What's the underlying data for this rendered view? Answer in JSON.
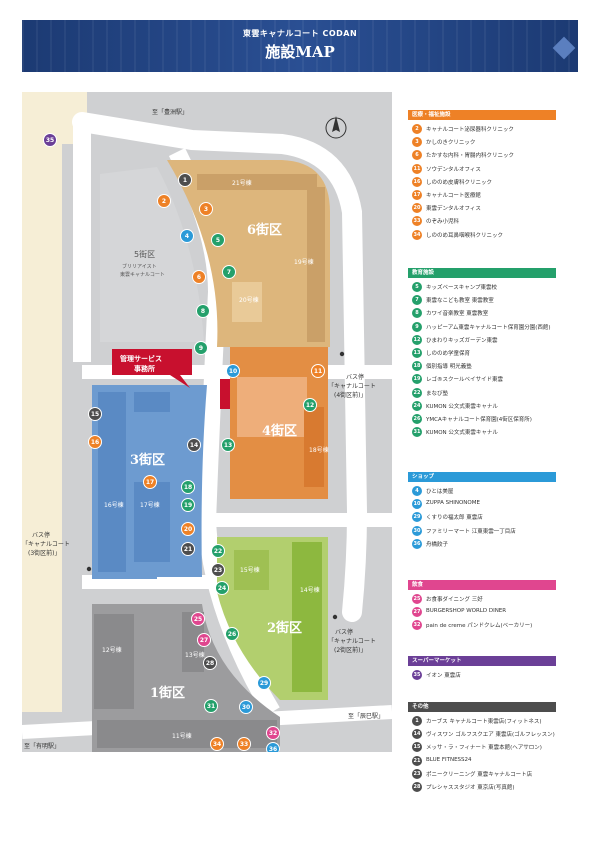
{
  "header": {
    "subtitle": "東雲キャナルコート CODAN",
    "title": "施設MAP"
  },
  "colors": {
    "orange": "#ee8126",
    "green": "#24a06b",
    "blue": "#2b9ad8",
    "pink": "#e0468f",
    "purple": "#6b3f97",
    "gray": "#4d4d4d",
    "header": "#1c3a73",
    "road": "#cfd0d2",
    "d1": "#9c9c9e",
    "d2": "#b2cf6e",
    "d3": "#6d9bd0",
    "d4": "#e38e44",
    "d5": "#d5d6d8",
    "d6": "#ddb67c",
    "corner": "#f6eed6"
  },
  "map": {
    "districts": [
      {
        "id": "1",
        "label": "1街区",
        "color": "d1"
      },
      {
        "id": "2",
        "label": "2街区",
        "color": "d2"
      },
      {
        "id": "3",
        "label": "3街区",
        "color": "d3"
      },
      {
        "id": "4",
        "label": "4街区",
        "color": "d4"
      },
      {
        "id": "5",
        "label": "5街区",
        "sub1": "ブリリアイスト",
        "sub2": "東雲キャナルコート",
        "color": "d5"
      },
      {
        "id": "6",
        "label": "6街区",
        "color": "d6"
      }
    ],
    "buildings": [
      "11号棟",
      "12号棟",
      "13号棟",
      "14号棟",
      "15号棟",
      "16号棟",
      "17号棟",
      "18号棟",
      "19号棟",
      "20号棟",
      "21号棟"
    ],
    "roads": {
      "top": "至「豊洲駅」",
      "right": "至「辰巳駅」",
      "left": "至「有明駅」"
    },
    "bus_stops": [
      {
        "name": "バス停",
        "sub": "「キャナルコート",
        "sub2": "(4街区前)」"
      },
      {
        "name": "バス停",
        "sub": "「キャナルコート",
        "sub2": "(3街区前)」"
      },
      {
        "name": "バス停",
        "sub": "「キャナルコート",
        "sub2": "(2街区前)」"
      }
    ],
    "office": {
      "line1": "管理サービス",
      "line2": "事務所"
    },
    "markers": [
      {
        "n": "1",
        "c": "gray"
      },
      {
        "n": "2",
        "c": "orange"
      },
      {
        "n": "3",
        "c": "orange"
      },
      {
        "n": "4",
        "c": "blue"
      },
      {
        "n": "5",
        "c": "green"
      },
      {
        "n": "6",
        "c": "orange"
      },
      {
        "n": "7",
        "c": "green"
      },
      {
        "n": "8",
        "c": "green"
      },
      {
        "n": "9",
        "c": "green"
      },
      {
        "n": "10",
        "c": "blue"
      },
      {
        "n": "11",
        "c": "orange"
      },
      {
        "n": "12",
        "c": "green"
      },
      {
        "n": "13",
        "c": "green"
      },
      {
        "n": "14",
        "c": "gray"
      },
      {
        "n": "15",
        "c": "gray"
      },
      {
        "n": "16",
        "c": "orange"
      },
      {
        "n": "17",
        "c": "orange"
      },
      {
        "n": "18",
        "c": "green"
      },
      {
        "n": "19",
        "c": "green"
      },
      {
        "n": "20",
        "c": "orange"
      },
      {
        "n": "21",
        "c": "gray"
      },
      {
        "n": "22",
        "c": "green"
      },
      {
        "n": "23",
        "c": "gray"
      },
      {
        "n": "24",
        "c": "green"
      },
      {
        "n": "25",
        "c": "pink"
      },
      {
        "n": "26",
        "c": "green"
      },
      {
        "n": "27",
        "c": "pink"
      },
      {
        "n": "28",
        "c": "gray"
      },
      {
        "n": "29",
        "c": "blue"
      },
      {
        "n": "30",
        "c": "blue"
      },
      {
        "n": "31",
        "c": "green"
      },
      {
        "n": "32",
        "c": "pink"
      },
      {
        "n": "33",
        "c": "orange"
      },
      {
        "n": "34",
        "c": "orange"
      },
      {
        "n": "35",
        "c": "purple"
      },
      {
        "n": "36",
        "c": "blue"
      }
    ]
  },
  "legend": [
    {
      "title": "医療・福祉施設",
      "color": "orange",
      "items": [
        {
          "n": "2",
          "t": "キャナルコート泌尿器科クリニック"
        },
        {
          "n": "3",
          "t": "かしのきクリニック"
        },
        {
          "n": "6",
          "t": "たかすな内科・胃腸内科クリニック"
        },
        {
          "n": "11",
          "t": "ソウデンタルオフィス"
        },
        {
          "n": "16",
          "t": "しののめ皮膚科クリニック"
        },
        {
          "n": "17",
          "t": "キャナルコート医療館"
        },
        {
          "n": "20",
          "t": "東雲デンタルオフィス"
        },
        {
          "n": "33",
          "t": "のぞみ小児科"
        },
        {
          "n": "34",
          "t": "しののめ耳鼻咽喉科クリニック"
        }
      ]
    },
    {
      "title": "教育施設",
      "color": "green",
      "items": [
        {
          "n": "5",
          "t": "キッズベースキャンプ東雲校"
        },
        {
          "n": "7",
          "t": "東雲なこども教室 東雲教室"
        },
        {
          "n": "8",
          "t": "カワイ音楽教室 東雲教室"
        },
        {
          "n": "9",
          "t": "ハッピーアム東雲キャナルコート保育園分園(西館)"
        },
        {
          "n": "12",
          "t": "ひまわりキッズガーデン東雲"
        },
        {
          "n": "13",
          "t": "しののめ学童保育"
        },
        {
          "n": "18",
          "t": "個別指導 明光義塾"
        },
        {
          "n": "19",
          "t": "レゴ®スクールベイサイド東雲"
        },
        {
          "n": "22",
          "t": "まなび塾"
        },
        {
          "n": "24",
          "t": "KUMON 公文式東雲キャナル"
        },
        {
          "n": "26",
          "t": "YMCAキャナルコート保育園(4街区保育所)"
        },
        {
          "n": "31",
          "t": "KUMON 公文式東雲キャナル"
        }
      ]
    },
    {
      "title": "ショップ",
      "color": "blue",
      "items": [
        {
          "n": "4",
          "t": "ひとは美屋"
        },
        {
          "n": "10",
          "t": "ZUPPA SHINONOME"
        },
        {
          "n": "29",
          "t": "くすりの福太郎 東雲店"
        },
        {
          "n": "30",
          "t": "ファミリーマート 江東東雲一丁目店"
        },
        {
          "n": "36",
          "t": "舟橋餃子"
        }
      ]
    },
    {
      "title": "飲食",
      "color": "pink",
      "items": [
        {
          "n": "25",
          "t": "お食事ダイニング 三好"
        },
        {
          "n": "27",
          "t": "BURGERSHOP WORLD DINER"
        },
        {
          "n": "32",
          "t": "pain de creme パンドクレム(ベーカリー)"
        }
      ]
    },
    {
      "title": "スーパーマーケット",
      "color": "purple",
      "items": [
        {
          "n": "35",
          "t": "イオン 東雲店"
        }
      ]
    },
    {
      "title": "その他",
      "color": "gray",
      "items": [
        {
          "n": "1",
          "t": "カーブス キャナルコート東雲店(フィットネス)"
        },
        {
          "n": "14",
          "t": "ヴィスワン ゴルフスクエア 東雲店(ゴルフレッスン)"
        },
        {
          "n": "15",
          "t": "メッサ・ラ・フィナート 東雲本館(ヘアサロン)"
        },
        {
          "n": "21",
          "t": "BLUE FITNESS24"
        },
        {
          "n": "23",
          "t": "ポニークリーニング 東雲キャナルコート店"
        },
        {
          "n": "28",
          "t": "プレシャススタジオ 東京店(写真館)"
        }
      ]
    }
  ]
}
